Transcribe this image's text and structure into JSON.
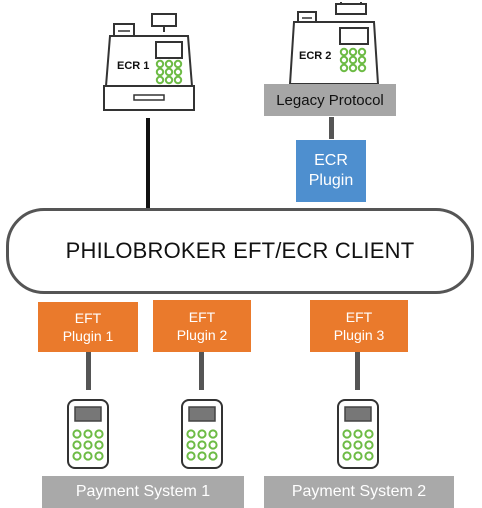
{
  "client": {
    "label": "PHILOBROKER EFT/ECR CLIENT"
  },
  "ecr_devices": [
    {
      "label": "ECR 1"
    },
    {
      "label": "ECR 2"
    }
  ],
  "legacy_protocol": {
    "label": "Legacy Protocol"
  },
  "ecr_plugin": {
    "line1": "ECR",
    "line2": "Plugin"
  },
  "eft_plugins": [
    {
      "line1": "EFT",
      "line2": "Plugin 1"
    },
    {
      "line1": "EFT",
      "line2": "Plugin 2"
    },
    {
      "line1": "EFT",
      "line2": "Plugin 3"
    }
  ],
  "payment_systems": [
    {
      "label": "Payment System 1"
    },
    {
      "label": "Payment System 2"
    }
  ],
  "colors": {
    "eft_plugin": "#ea7a2c",
    "ecr_plugin": "#4e8fcf",
    "payment_system": "#a9a9a9",
    "keypad_green": "#6dbb45"
  }
}
